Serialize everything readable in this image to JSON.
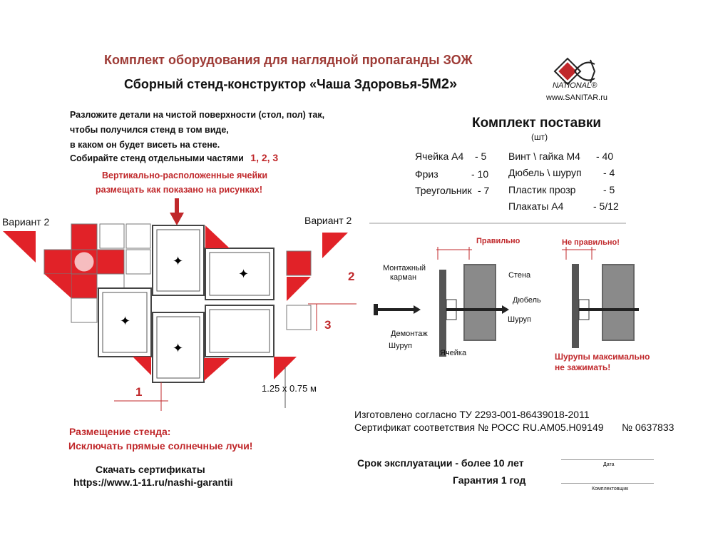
{
  "header": {
    "title": "Комплект оборудования для наглядной пропаганды ЗОЖ",
    "subtitle": "Сборный стенд-конструктор «Чаша Здоровья-",
    "model": "5М2»"
  },
  "logo": {
    "brand": "NATIONAL®",
    "site": "www.SANITAR.ru"
  },
  "instructions": {
    "line1": "Разложите детали на чистой поверхности (стол, пол) так,",
    "line2": "чтобы получился стенд в том виде,",
    "line3": "в каком он будет висеть на стене.",
    "line4": "Собирайте стенд отдельными частями",
    "parts": "1, 2, 3",
    "vertical1": "Вертикально-расположенные ячейки",
    "vertical2": "размещать как показано на рисунках!"
  },
  "diagram": {
    "variant_left": "Вариант 2",
    "variant_right": "Вариант 2",
    "label_1": "1",
    "label_2": "2",
    "label_3": "3",
    "size": "1.25 х 0.75 м"
  },
  "placement": {
    "title": "Размещение стенда:",
    "warning": "Исключать прямые солнечные лучи!"
  },
  "certificates": {
    "label": "Скачать сертификаты",
    "url": "https://www.1-11.ru/nashi-garantii"
  },
  "kit": {
    "title": "Комплект поставки",
    "unit": "(шт)",
    "left": [
      {
        "name": "Ячейка А4",
        "qty": "- 5"
      },
      {
        "name": "Фриз",
        "qty": "- 10"
      },
      {
        "name": "Треугольник",
        "qty": "- 7"
      }
    ],
    "right": [
      {
        "name": "Винт \\ гайка М4",
        "qty": "- 40"
      },
      {
        "name": "Дюбель \\ шуруп",
        "qty": "- 4"
      },
      {
        "name": "Пластик прозр",
        "qty": "- 5"
      },
      {
        "name": "Плакаты А4",
        "qty": "- 5/12"
      }
    ]
  },
  "mounting": {
    "correct": "Правильно",
    "incorrect": "Не правильно!",
    "pocket1": "Монтажный",
    "pocket2": "карман",
    "wall": "Стена",
    "dowel": "Дюбель",
    "screw_right": "Шуруп",
    "dismount": "Демонтаж",
    "screw_left": "Шуруп",
    "cell": "Ячейка",
    "warn1": "Шурупы максимально",
    "warn2": "не зажимать!"
  },
  "compliance": {
    "tu": "Изготовлено согласно ТУ 2293-001-86439018-2011",
    "cert": "Сертификат соответствия № РОСС RU.АМ05.Н09149",
    "cert_no": "№ 0637833"
  },
  "service": {
    "life": "Срок эксплуатации - более 10 лет",
    "warranty": "Гарантия 1 год",
    "date_label": "Дата",
    "packer_label": "Комплектовщик"
  }
}
